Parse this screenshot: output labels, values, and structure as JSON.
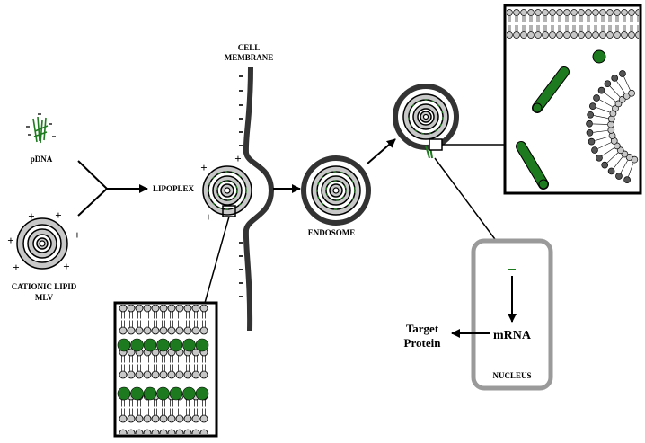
{
  "labels": {
    "pdna": "pDNA",
    "cationic_lipid": "CATIONIC LIPID",
    "mlv": "MLV",
    "lipoplex": "LIPOPLEX",
    "cell": "CELL",
    "membrane": "MEMBRANE",
    "endosome": "ENDOSOME",
    "nucleus": "NUCLEUS",
    "mrna": "mRNA",
    "target": "Target",
    "protein": "Protein"
  },
  "symbols": {
    "plus": "+",
    "minus": "-"
  },
  "colors": {
    "dna_green": "#1e7a1e",
    "lipid_head_gray": "#c8c8c8",
    "nucleus_border": "#9a9a9a",
    "membrane_dark": "#333333"
  }
}
